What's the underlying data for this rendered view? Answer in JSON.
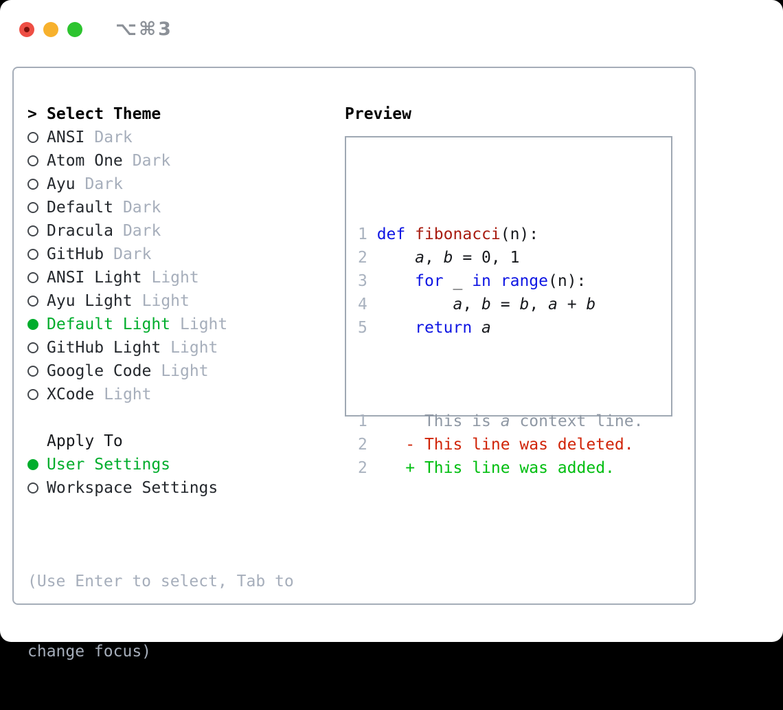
{
  "window": {
    "shortcut": "⌥⌘3",
    "controls": [
      {
        "name": "close",
        "color": "#ee4e44"
      },
      {
        "name": "minimize",
        "color": "#f7b12d"
      },
      {
        "name": "zoom",
        "color": "#2dc42f"
      }
    ]
  },
  "colors": {
    "accent_green": "#00ad2c",
    "keyword_blue": "#0e15e3",
    "function_red": "#a81c10",
    "diff_deleted_red": "#d02408",
    "diff_added_green": "#00be10",
    "muted_gray": "#a6aebb"
  },
  "theme_selector": {
    "prompt": ">",
    "heading": "Select Theme",
    "items": [
      {
        "name": "ANSI",
        "variant": "Dark",
        "selected": false
      },
      {
        "name": "Atom One",
        "variant": "Dark",
        "selected": false
      },
      {
        "name": "Ayu",
        "variant": "Dark",
        "selected": false
      },
      {
        "name": "Default",
        "variant": "Dark",
        "selected": false
      },
      {
        "name": "Dracula",
        "variant": "Dark",
        "selected": false
      },
      {
        "name": "GitHub",
        "variant": "Dark",
        "selected": false
      },
      {
        "name": "ANSI Light",
        "variant": "Light",
        "selected": false
      },
      {
        "name": "Ayu Light",
        "variant": "Light",
        "selected": false
      },
      {
        "name": "Default Light",
        "variant": "Light",
        "selected": true
      },
      {
        "name": "GitHub Light",
        "variant": "Light",
        "selected": false
      },
      {
        "name": "Google Code",
        "variant": "Light",
        "selected": false
      },
      {
        "name": "XCode",
        "variant": "Light",
        "selected": false
      }
    ]
  },
  "apply_to": {
    "heading": "Apply To",
    "options": [
      {
        "label": "User Settings",
        "selected": true
      },
      {
        "label": "Workspace Settings",
        "selected": false
      }
    ]
  },
  "hint": {
    "line1": "(Use Enter to select, Tab to",
    "line2": "change focus)"
  },
  "preview": {
    "heading": "Preview",
    "code_lines": [
      {
        "tokens": [
          {
            "t": "ln",
            "s": "1 "
          },
          {
            "t": "kw",
            "s": "def"
          },
          {
            "t": "pl",
            "s": " "
          },
          {
            "t": "fn",
            "s": "fibonacci"
          },
          {
            "t": "pl",
            "s": "(n):"
          }
        ]
      },
      {
        "tokens": [
          {
            "t": "ln",
            "s": "2 "
          },
          {
            "t": "pl",
            "s": "    "
          },
          {
            "t": "var",
            "s": "a"
          },
          {
            "t": "pl",
            "s": ", "
          },
          {
            "t": "var",
            "s": "b"
          },
          {
            "t": "pl",
            "s": " = 0, 1"
          }
        ]
      },
      {
        "tokens": [
          {
            "t": "ln",
            "s": "3 "
          },
          {
            "t": "pl",
            "s": "    "
          },
          {
            "t": "kw",
            "s": "for"
          },
          {
            "t": "pl",
            "s": " _ "
          },
          {
            "t": "kw",
            "s": "in"
          },
          {
            "t": "pl",
            "s": " "
          },
          {
            "t": "kw",
            "s": "range"
          },
          {
            "t": "pl",
            "s": "(n):"
          }
        ]
      },
      {
        "tokens": [
          {
            "t": "ln",
            "s": "4 "
          },
          {
            "t": "pl",
            "s": "        "
          },
          {
            "t": "var",
            "s": "a"
          },
          {
            "t": "pl",
            "s": ", "
          },
          {
            "t": "var",
            "s": "b"
          },
          {
            "t": "pl",
            "s": " = "
          },
          {
            "t": "var",
            "s": "b"
          },
          {
            "t": "pl",
            "s": ", "
          },
          {
            "t": "var",
            "s": "a"
          },
          {
            "t": "pl",
            "s": " + "
          },
          {
            "t": "var",
            "s": "b"
          }
        ]
      },
      {
        "tokens": [
          {
            "t": "ln",
            "s": "5 "
          },
          {
            "t": "pl",
            "s": "    "
          },
          {
            "t": "kw",
            "s": "return"
          },
          {
            "t": "pl",
            "s": " "
          },
          {
            "t": "var",
            "s": "a"
          }
        ]
      }
    ],
    "diff_lines": [
      {
        "kind": "context",
        "tokens": [
          {
            "t": "ln",
            "s": "1"
          },
          {
            "t": "ctx",
            "s": "      This is "
          },
          {
            "t": "ctx_i",
            "s": "a"
          },
          {
            "t": "ctx",
            "s": " context line."
          }
        ]
      },
      {
        "kind": "deleted",
        "tokens": [
          {
            "t": "ln",
            "s": "2"
          },
          {
            "t": "pl",
            "s": "    "
          },
          {
            "t": "del",
            "s": "- This line was deleted."
          }
        ]
      },
      {
        "kind": "added",
        "tokens": [
          {
            "t": "ln",
            "s": "2"
          },
          {
            "t": "pl",
            "s": "    "
          },
          {
            "t": "add",
            "s": "+ This line was added."
          }
        ]
      }
    ]
  }
}
